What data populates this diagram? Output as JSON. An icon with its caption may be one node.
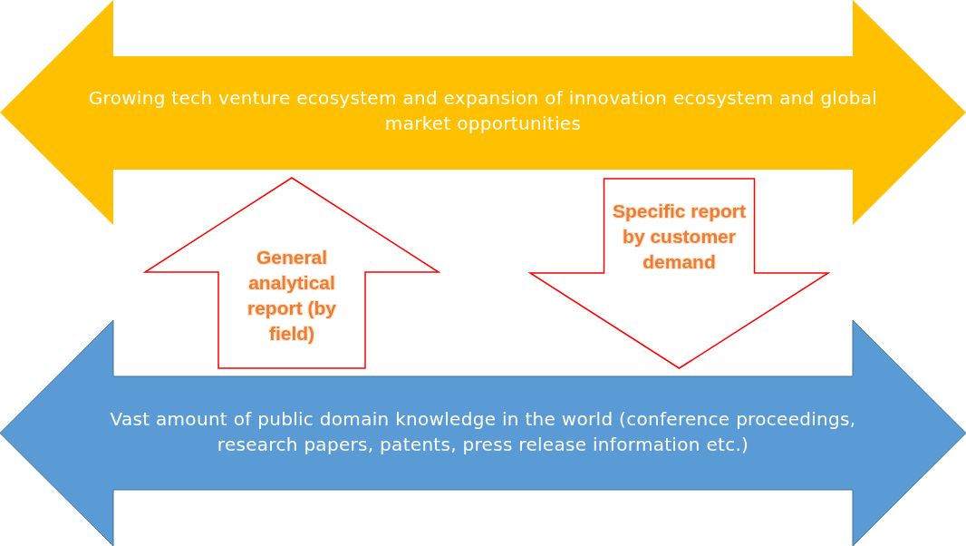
{
  "diagram": {
    "nodes": [
      {
        "text": [
          "Growing tech venture ecosystem and expansion of innovation ecosystem and global market opportunities"
        ]
      },
      {
        "text": [
          "Vast amount of public domain knowledge in the world (conference proceedings, research papers, patents, press release information etc.)"
        ]
      }
    ],
    "edges": [
      {
        "from": 1,
        "to": 0,
        "arrow": "to",
        "label": "General analytical report (by field)"
      },
      {
        "from": 0,
        "to": 1,
        "arrow": "to",
        "label": "Specific report by customer demand"
      }
    ]
  }
}
